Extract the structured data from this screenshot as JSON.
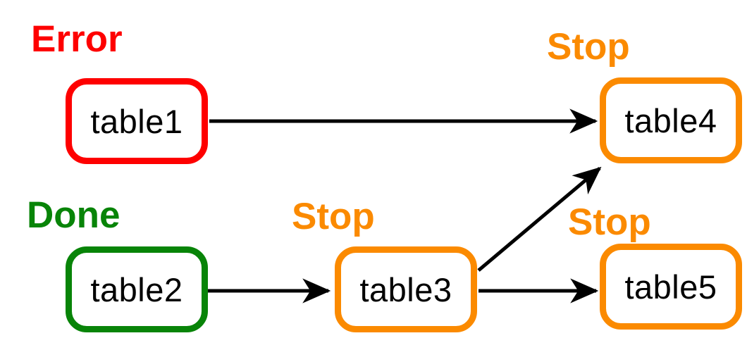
{
  "diagram": {
    "type": "flow-diagram",
    "background": "#ffffff",
    "nodes": [
      {
        "id": "table1",
        "label": "table1",
        "status": "Error",
        "status_color": "#fe0000"
      },
      {
        "id": "table2",
        "label": "table2",
        "status": "Done",
        "status_color": "#088408"
      },
      {
        "id": "table3",
        "label": "table3",
        "status": "Stop",
        "status_color": "#fb8a00"
      },
      {
        "id": "table4",
        "label": "table4",
        "status": "Stop",
        "status_color": "#fb8a00"
      },
      {
        "id": "table5",
        "label": "table5",
        "status": "Stop",
        "status_color": "#fb8a00"
      }
    ],
    "edges": [
      {
        "from": "table1",
        "to": "table4"
      },
      {
        "from": "table2",
        "to": "table3"
      },
      {
        "from": "table3",
        "to": "table4"
      },
      {
        "from": "table3",
        "to": "table5"
      }
    ],
    "colors": {
      "error": "#fe0000",
      "done": "#088408",
      "stop": "#fb8a00",
      "arrow": "#000000",
      "node_text": "#000000",
      "node_fill": "#ffffff"
    }
  }
}
